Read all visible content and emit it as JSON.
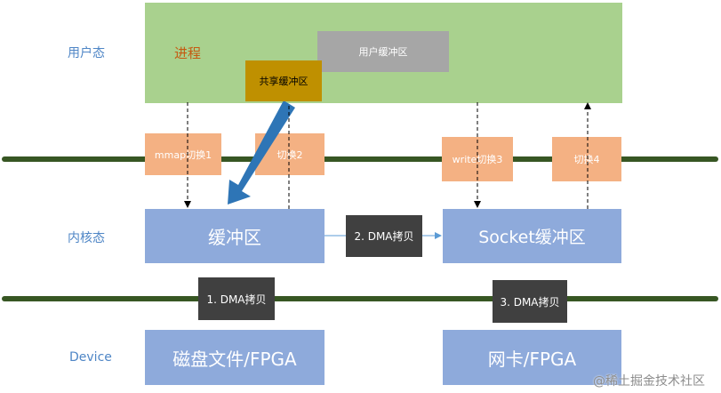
{
  "side_labels": {
    "user_mode": "用户态",
    "kernel_mode": "内核态",
    "device": "Device"
  },
  "process": {
    "label": "进程",
    "user_buffer": "用户缓冲区",
    "shared_buffer": "共享缓冲区"
  },
  "switches": [
    "mmap切换1",
    "切换2",
    "write切换3",
    "切换4"
  ],
  "kernel": {
    "buffer": "缓冲区",
    "socket_buffer": "Socket缓冲区"
  },
  "dma": {
    "copy1": "1. DMA拷贝",
    "copy2": "2. DMA拷贝",
    "copy3": "3. DMA拷贝"
  },
  "devices": {
    "disk": "磁盘文件/FPGA",
    "nic": "网卡/FPGA"
  },
  "watermark": "@稀土掘金技术社区",
  "colors": {
    "process_area": "#a9d18e",
    "user_buffer": "#a6a6a6",
    "shared_buffer": "#bf9000",
    "buffer": "#8eaadb",
    "switch": "#f4b183",
    "dma": "#404040",
    "layer_line": "#375623",
    "side_label": "#4f86c6",
    "process_label": "#c55a11",
    "arrow": "#2e75b6"
  }
}
